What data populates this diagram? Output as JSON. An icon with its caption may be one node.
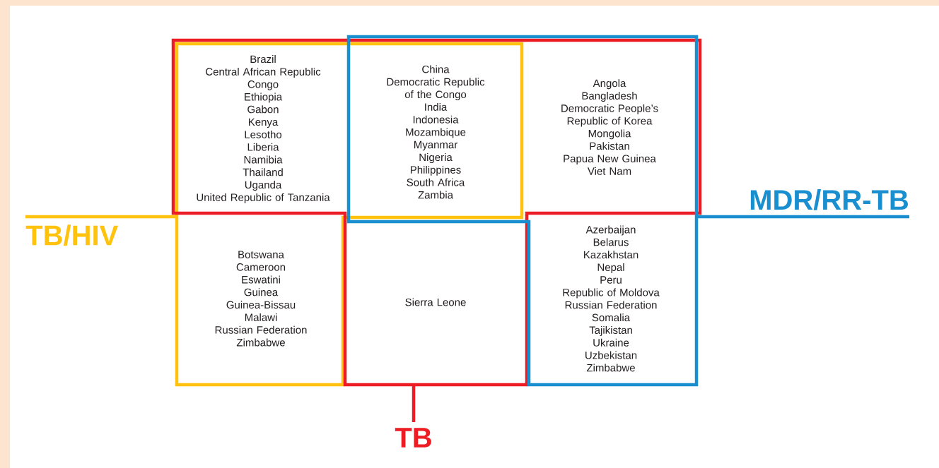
{
  "diagram": {
    "nodes": [
      {
        "text": [
          "Brazil",
          "Central African Republic",
          "Congo",
          "Ethiopia",
          "Gabon",
          "Kenya",
          "Lesotho",
          "Liberia",
          "Namibia",
          "Thailand",
          "Uganda",
          "United Republic of Tanzania"
        ]
      },
      {
        "text": [
          "China",
          "Democratic Republic of the Congo",
          "India",
          "Indonesia",
          "Mozambique",
          "Myanmar",
          "Nigeria",
          "Philippines",
          "South Africa",
          "Zambia"
        ]
      },
      {
        "text": [
          "Angola",
          "Bangladesh",
          "Democratic People’s Republic of Korea",
          "Mongolia",
          "Pakistan",
          "Papua New Guinea",
          "Viet Nam"
        ]
      },
      {
        "text": [
          "Botswana",
          "Cameroon",
          "Eswatini",
          "Guinea",
          "Guinea-Bissau",
          "Malawi",
          "Russian Federation",
          "Zimbabwe"
        ]
      },
      {
        "text": [
          "Sierra Leone"
        ]
      },
      {
        "text": [
          "Azerbaijan",
          "Belarus",
          "Kazakhstan",
          "Nepal",
          "Peru",
          "Republic of Moldova",
          "Russian Federation",
          "Somalia",
          "Tajikistan",
          "Ukraine",
          "Uzbekistan",
          "Zimbabwe"
        ]
      },
      {
        "text": [
          "TB/HIV"
        ]
      },
      {
        "text": [
          "MDR/RR-TB"
        ]
      },
      {
        "text": [
          "TB"
        ]
      }
    ],
    "edges": [
      {
        "from": 6,
        "to": null,
        "arrow": "none",
        "color": "#ffc20e"
      },
      {
        "from": 7,
        "to": null,
        "arrow": "none",
        "color": "#1a8fd0"
      },
      {
        "from": 8,
        "to": null,
        "arrow": "none",
        "color": "#ed1c24"
      }
    ]
  }
}
